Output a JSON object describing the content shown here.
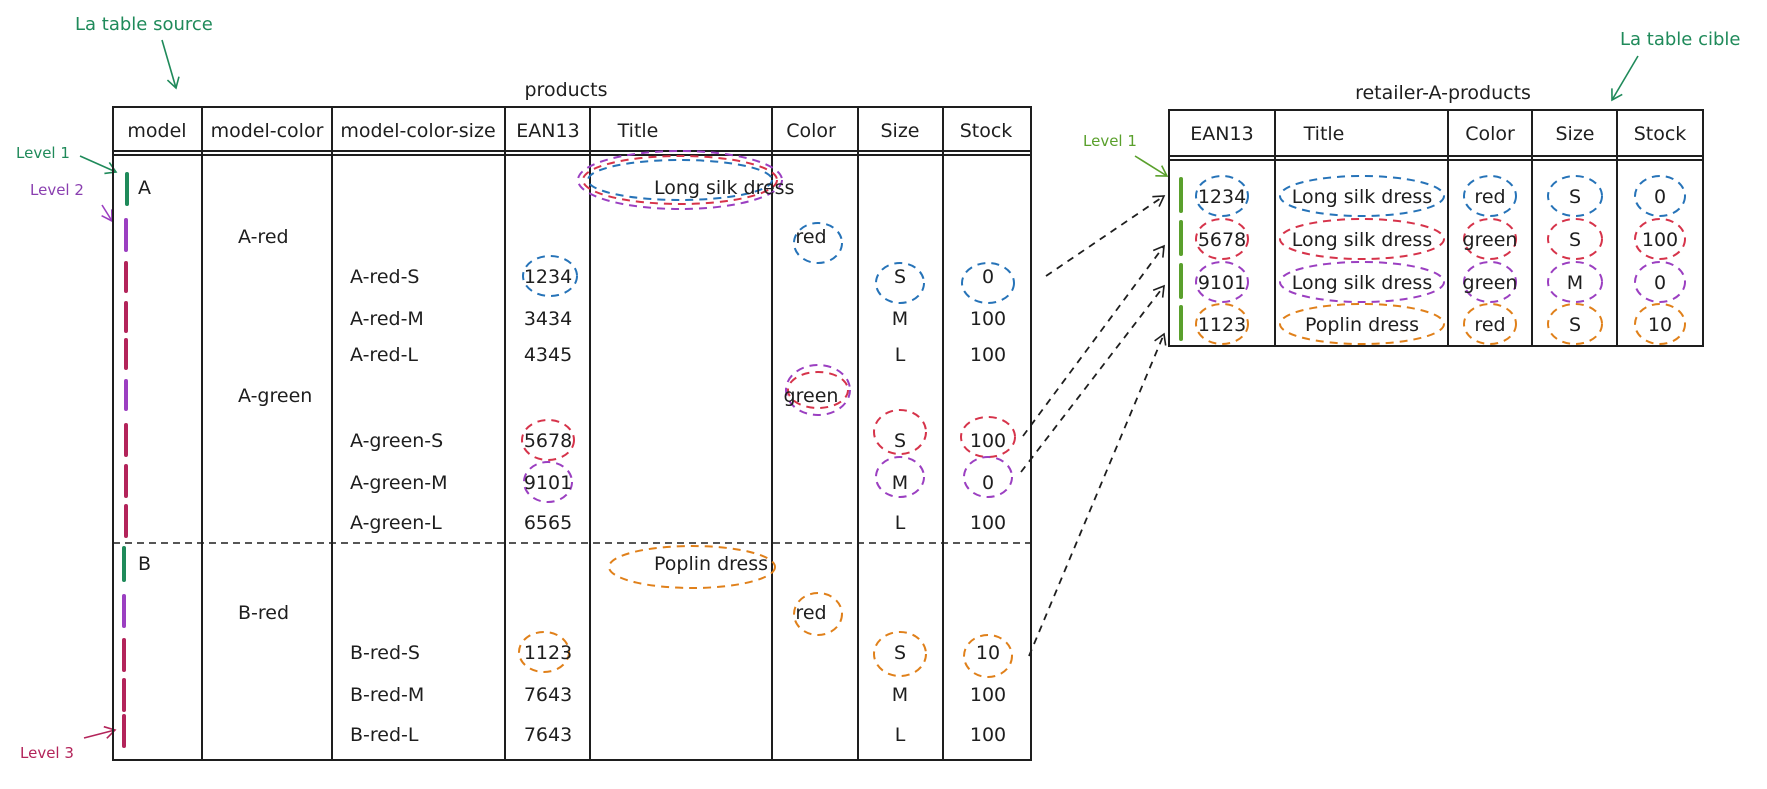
{
  "annotations": {
    "source_label": "La table source",
    "target_label": "La table cible",
    "level1": "Level 1",
    "level2": "Level 2",
    "level3": "Level 3"
  },
  "colors": {
    "blue": "#2673b8",
    "red": "#d6334a",
    "purple": "#9b3fc1",
    "orange": "#e0801a",
    "green_level": "#1f8a5a",
    "lime_level": "#5aa02c",
    "magenta_level": "#b3245a"
  },
  "source_table": {
    "caption": "products",
    "headers": [
      "model",
      "model-color",
      "model-color-size",
      "EAN13",
      "Title",
      "Color",
      "Size",
      "Stock"
    ],
    "cells": [
      {
        "col": 0,
        "row": 0,
        "text": "A"
      },
      {
        "col": 4,
        "row": 0,
        "text": "Long silk dress"
      },
      {
        "col": 1,
        "row": 1,
        "text": "A-red"
      },
      {
        "col": 5,
        "row": 1,
        "text": "red"
      },
      {
        "col": 2,
        "row": 2,
        "text": "A-red-S"
      },
      {
        "col": 3,
        "row": 2,
        "text": "1234"
      },
      {
        "col": 6,
        "row": 2,
        "text": "S"
      },
      {
        "col": 7,
        "row": 2,
        "text": "0"
      },
      {
        "col": 2,
        "row": 3,
        "text": "A-red-M"
      },
      {
        "col": 3,
        "row": 3,
        "text": "3434"
      },
      {
        "col": 6,
        "row": 3,
        "text": "M"
      },
      {
        "col": 7,
        "row": 3,
        "text": "100"
      },
      {
        "col": 2,
        "row": 4,
        "text": "A-red-L"
      },
      {
        "col": 3,
        "row": 4,
        "text": "4345"
      },
      {
        "col": 6,
        "row": 4,
        "text": "L"
      },
      {
        "col": 7,
        "row": 4,
        "text": "100"
      },
      {
        "col": 1,
        "row": 5,
        "text": "A-green"
      },
      {
        "col": 5,
        "row": 5,
        "text": "green"
      },
      {
        "col": 2,
        "row": 6,
        "text": "A-green-S"
      },
      {
        "col": 3,
        "row": 6,
        "text": "5678"
      },
      {
        "col": 6,
        "row": 6,
        "text": "S"
      },
      {
        "col": 7,
        "row": 6,
        "text": "100"
      },
      {
        "col": 2,
        "row": 7,
        "text": "A-green-M"
      },
      {
        "col": 3,
        "row": 7,
        "text": "9101"
      },
      {
        "col": 6,
        "row": 7,
        "text": "M"
      },
      {
        "col": 7,
        "row": 7,
        "text": "0"
      },
      {
        "col": 2,
        "row": 8,
        "text": "A-green-L"
      },
      {
        "col": 3,
        "row": 8,
        "text": "6565"
      },
      {
        "col": 6,
        "row": 8,
        "text": "L"
      },
      {
        "col": 7,
        "row": 8,
        "text": "100"
      },
      {
        "col": 0,
        "row": 9,
        "text": "B"
      },
      {
        "col": 4,
        "row": 9,
        "text": "Poplin dress"
      },
      {
        "col": 1,
        "row": 10,
        "text": "B-red"
      },
      {
        "col": 5,
        "row": 10,
        "text": "red"
      },
      {
        "col": 2,
        "row": 11,
        "text": "B-red-S"
      },
      {
        "col": 3,
        "row": 11,
        "text": "1123"
      },
      {
        "col": 6,
        "row": 11,
        "text": "S"
      },
      {
        "col": 7,
        "row": 11,
        "text": "10"
      },
      {
        "col": 2,
        "row": 12,
        "text": "B-red-M"
      },
      {
        "col": 3,
        "row": 12,
        "text": "7643"
      },
      {
        "col": 6,
        "row": 12,
        "text": "M"
      },
      {
        "col": 7,
        "row": 12,
        "text": "100"
      },
      {
        "col": 2,
        "row": 13,
        "text": "B-red-L"
      },
      {
        "col": 3,
        "row": 13,
        "text": "7643"
      },
      {
        "col": 6,
        "row": 13,
        "text": "L"
      },
      {
        "col": 7,
        "row": 13,
        "text": "100"
      }
    ]
  },
  "target_table": {
    "caption": "retailer-A-products",
    "headers": [
      "EAN13",
      "Title",
      "Color",
      "Size",
      "Stock"
    ],
    "rows": [
      [
        "1234",
        "Long silk dress",
        "red",
        "S",
        "0"
      ],
      [
        "5678",
        "Long silk dress",
        "green",
        "S",
        "100"
      ],
      [
        "9101",
        "Long silk dress",
        "green",
        "M",
        "0"
      ],
      [
        "1123",
        "Poplin dress",
        "red",
        "S",
        "10"
      ]
    ]
  }
}
